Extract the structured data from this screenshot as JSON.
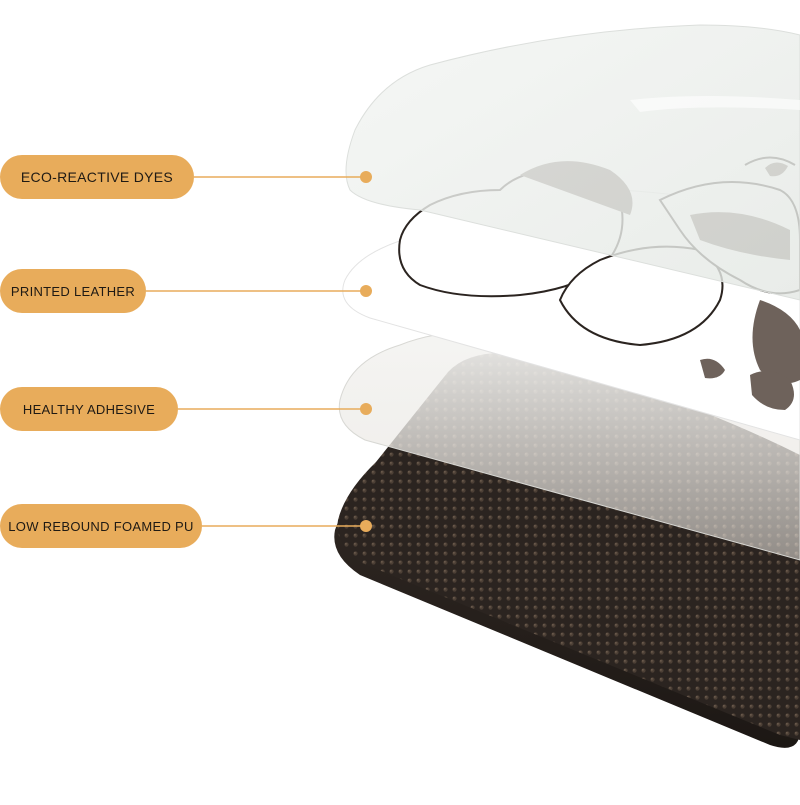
{
  "layers": [
    {
      "label": "ECO-REACTIVE DYES"
    },
    {
      "label": "PRINTED LEATHER"
    },
    {
      "label": "HEALTHY ADHESIVE"
    },
    {
      "label": "LOW REBOUND FOAMED PU"
    }
  ],
  "colors": {
    "pill": "#e8ac5b",
    "connector": "#e8ac5b",
    "foam": "#2b2420",
    "panda_dark": "#6e625b",
    "glass": "#ecefec"
  }
}
